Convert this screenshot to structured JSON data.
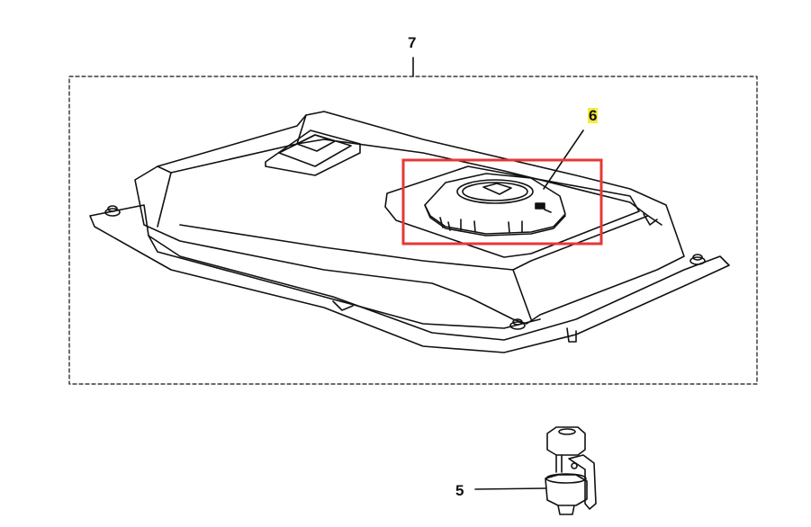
{
  "callouts": {
    "assembly": "7",
    "cap": "6",
    "valve": "5"
  },
  "colors": {
    "highlight_box": "#e53935",
    "label_highlight": "#f5ec3a",
    "line": "#111111"
  }
}
